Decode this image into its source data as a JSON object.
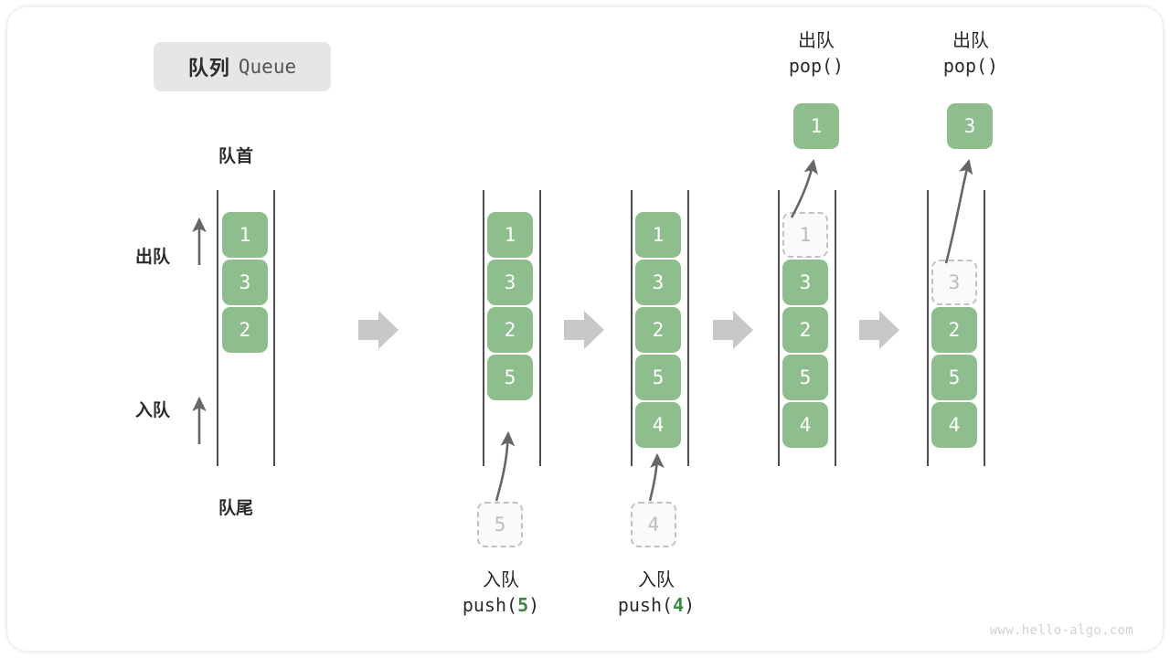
{
  "title": {
    "cn": "队列",
    "en": "Queue"
  },
  "labels": {
    "front": "队首",
    "rear": "队尾",
    "dequeue": "出队",
    "enqueue": "入队"
  },
  "watermark": "www.hello-algo.com",
  "colors": {
    "element_green": "#8ebe8e",
    "ghost_border": "#c2c2c2",
    "ghost_text": "#bdbdbd",
    "rail": "#4d4d4d",
    "arrow_gray": "#666666",
    "step_arrow": "#c8c8c8",
    "badge_bg": "#e6e6e6",
    "text_dark": "#2b2b2b",
    "code_green": "#3c8a42"
  },
  "steps": [
    {
      "id": "initial",
      "items": [
        "1",
        "3",
        "2"
      ],
      "ghost_index": -1,
      "ghost_value": "",
      "operation_cn": "",
      "operation_code": ""
    },
    {
      "id": "after-push-5",
      "items": [
        "1",
        "3",
        "2",
        "5"
      ],
      "ghost_index": -1,
      "ghost_value": "5",
      "operation_cn": "入队",
      "operation_code_prefix": "push(",
      "operation_code_num": "5",
      "operation_code_suffix": ")"
    },
    {
      "id": "after-push-4",
      "items": [
        "1",
        "3",
        "2",
        "5",
        "4"
      ],
      "ghost_index": -1,
      "ghost_value": "4",
      "operation_cn": "入队",
      "operation_code_prefix": "push(",
      "operation_code_num": "4",
      "operation_code_suffix": ")"
    },
    {
      "id": "after-pop-1",
      "items": [
        "3",
        "2",
        "5",
        "4"
      ],
      "ghost_index": 0,
      "ghost_value": "1",
      "popped_value": "1",
      "operation_cn": "出队",
      "operation_code": "pop()"
    },
    {
      "id": "after-pop-3",
      "items": [
        "2",
        "5",
        "4"
      ],
      "ghost_index": 1,
      "ghost_value": "3",
      "popped_value": "3",
      "operation_cn": "出队",
      "operation_code": "pop()"
    }
  ],
  "pop_labels": [
    {
      "cn": "出队",
      "code": "pop()",
      "popped": "1"
    },
    {
      "cn": "出队",
      "code": "pop()",
      "popped": "3"
    }
  ]
}
